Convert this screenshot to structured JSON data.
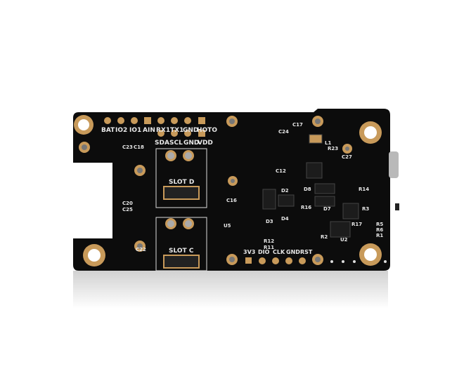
{
  "product": {
    "top_header_labels": [
      "BAT",
      "IO2",
      "IO1",
      "AIN",
      "RX1",
      "TX1",
      "GND",
      "HOTO"
    ],
    "i2c_labels": [
      "SDA",
      "SCL",
      "GND",
      "VDD"
    ],
    "slots": [
      "SLOT D",
      "SLOT C"
    ],
    "debug_header_labels": [
      "3V3",
      "DIO",
      "CLK",
      "GND",
      "RST"
    ],
    "component_labels": [
      "C23",
      "C18",
      "C20",
      "C25",
      "C22",
      "U5",
      "R12",
      "R11",
      "D3",
      "D4",
      "D2",
      "D8",
      "D7",
      "R16",
      "C16",
      "C12",
      "L1",
      "U2",
      "R14",
      "R17",
      "R5",
      "R6",
      "R1",
      "R2",
      "R3",
      "C27",
      "C17",
      "R23",
      "C24"
    ],
    "colors": {
      "board": "#0c0c0c",
      "pad_gold": "#c89a5a",
      "silkscreen": "#e8e8e8",
      "background": "#ffffff"
    }
  }
}
